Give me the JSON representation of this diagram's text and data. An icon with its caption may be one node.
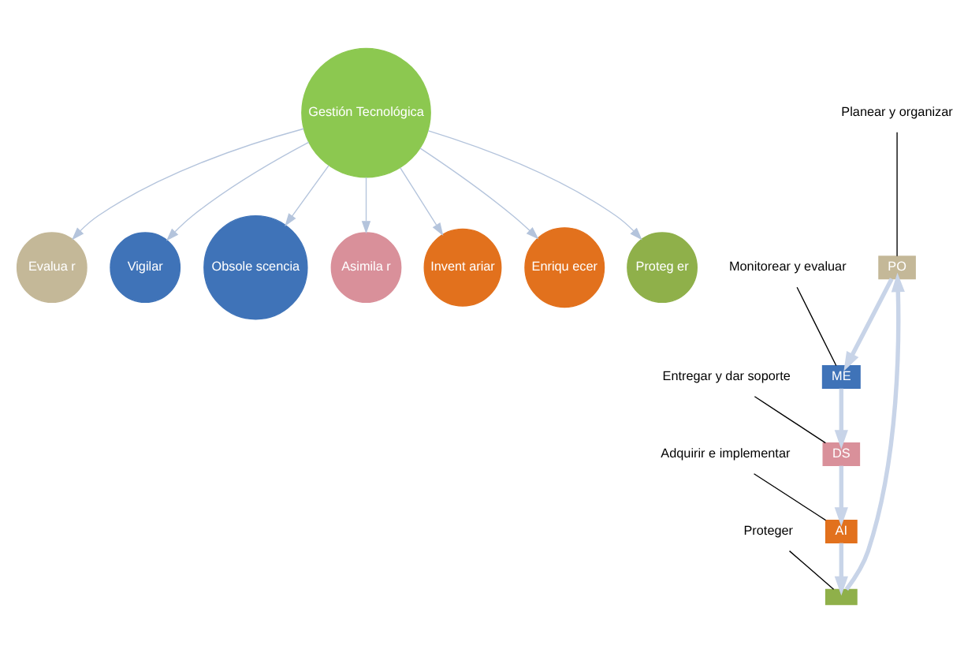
{
  "diagram": {
    "nodes": [
      {
        "text": [
          "Gestión Tecnológica"
        ]
      },
      {
        "text": [
          "Evalua r"
        ]
      },
      {
        "text": [
          "Vigilar"
        ]
      },
      {
        "text": [
          "Obsole scencia"
        ]
      },
      {
        "text": [
          "Asimila r"
        ]
      },
      {
        "text": [
          "Invent ariar"
        ]
      },
      {
        "text": [
          "Enriqu ecer"
        ]
      },
      {
        "text": [
          "Proteg er"
        ]
      },
      {
        "text": [
          "PO"
        ]
      },
      {
        "text": [
          "ME"
        ]
      },
      {
        "text": [
          "DS"
        ]
      },
      {
        "text": [
          "AI"
        ]
      },
      {
        "text": [],
        "shape": "box"
      },
      {
        "text": [
          "Planear y organizar"
        ]
      },
      {
        "text": [
          "Monitorear y evaluar"
        ]
      },
      {
        "text": [
          "Entregar y dar soporte"
        ]
      },
      {
        "text": [
          "Adquirir e implementar"
        ]
      },
      {
        "text": [
          "Proteger"
        ]
      }
    ],
    "edges": [
      {
        "from": 0,
        "to": 1,
        "arrow": "to",
        "color": "#b4c4dc"
      },
      {
        "from": 0,
        "to": 2,
        "arrow": "to",
        "color": "#b4c4dc"
      },
      {
        "from": 0,
        "to": 3,
        "arrow": "to",
        "color": "#b4c4dc"
      },
      {
        "from": 0,
        "to": 4,
        "arrow": "to",
        "color": "#b4c4dc"
      },
      {
        "from": 0,
        "to": 5,
        "arrow": "to",
        "color": "#b4c4dc"
      },
      {
        "from": 0,
        "to": 6,
        "arrow": "to",
        "color": "#b4c4dc"
      },
      {
        "from": 0,
        "to": 7,
        "arrow": "to",
        "color": "#b4c4dc"
      },
      {
        "from": 12,
        "to": 8,
        "arrow": "to",
        "style": "thick",
        "color": "#c8d4e8"
      },
      {
        "from": 8,
        "to": 9,
        "arrow": "to",
        "style": "thick",
        "color": "#c8d4e8"
      },
      {
        "from": 9,
        "to": 10,
        "arrow": "to",
        "style": "thick",
        "color": "#c8d4e8"
      },
      {
        "from": 10,
        "to": 11,
        "arrow": "to",
        "style": "thick",
        "color": "#c8d4e8"
      },
      {
        "from": 11,
        "to": 12,
        "arrow": "to",
        "style": "thick",
        "color": "#c8d4e8"
      },
      {
        "from": 13,
        "to": 8,
        "arrow": "none",
        "color": "#000000"
      },
      {
        "from": 14,
        "to": 9,
        "arrow": "none",
        "color": "#000000"
      },
      {
        "from": 15,
        "to": 10,
        "arrow": "none",
        "color": "#000000"
      },
      {
        "from": 16,
        "to": 11,
        "arrow": "none",
        "color": "#000000"
      },
      {
        "from": 17,
        "to": 12,
        "arrow": "none",
        "color": "#000000"
      }
    ]
  }
}
